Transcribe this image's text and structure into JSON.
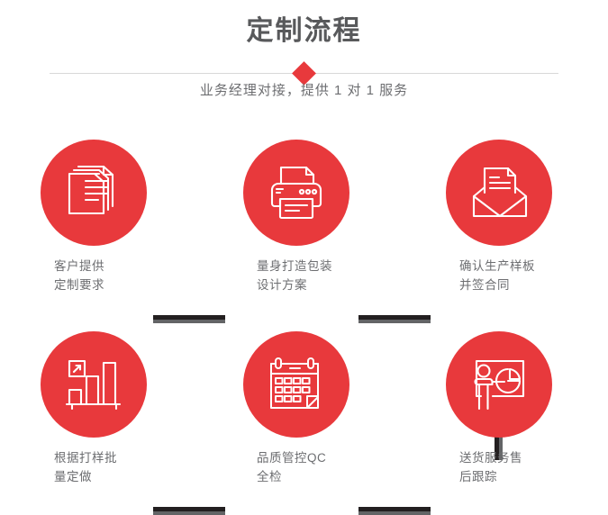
{
  "header": {
    "title": "定制流程",
    "subtitle": "业务经理对接，提供 1 对 1 服务",
    "accent_color": "#e8393c",
    "title_color": "#58595b",
    "divider_color": "#d8d8d8",
    "diamond_icon": "diamond-marker"
  },
  "steps": [
    {
      "index": 1,
      "icon": "documents-stack-icon",
      "label_line1": "客户提供",
      "label_line2": "定制要求"
    },
    {
      "index": 2,
      "icon": "printer-icon",
      "label_line1": "量身打造包装",
      "label_line2": "设计方案"
    },
    {
      "index": 3,
      "icon": "envelope-letter-icon",
      "label_line1": "确认生产样板",
      "label_line2": "并签合同"
    },
    {
      "index": 4,
      "icon": "bar-chart-growth-icon",
      "label_line1": "根据打样批",
      "label_line2": "量定做"
    },
    {
      "index": 5,
      "icon": "calendar-icon",
      "label_line1": "品质管控QC",
      "label_line2": "全检"
    },
    {
      "index": 6,
      "icon": "presenter-pie-chart-icon",
      "label_line1": "送货服务售",
      "label_line2": "后跟踪"
    }
  ],
  "connectors": {
    "dark_color": "#231f20",
    "light_color": "#636466",
    "horizontal_count": 4,
    "vertical_count": 1
  },
  "palette": {
    "circle_red": "#e8393c",
    "icon_stroke": "#ffffff",
    "label_text": "#6d6e71",
    "background": "#ffffff"
  }
}
